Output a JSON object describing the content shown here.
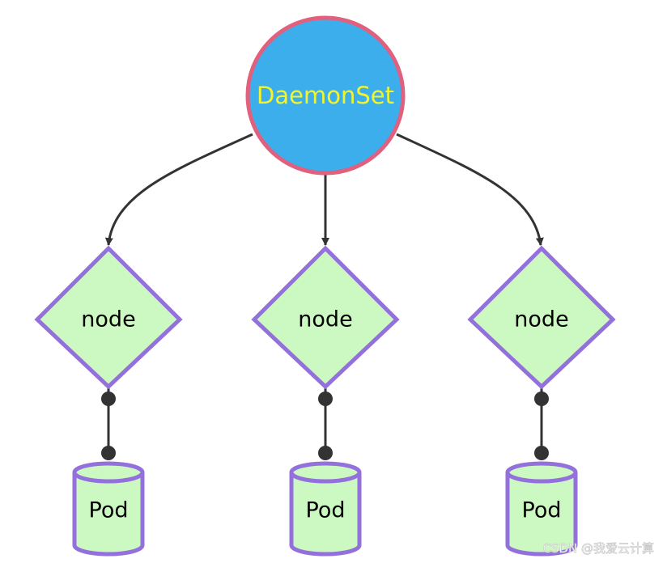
{
  "diagram": {
    "root": {
      "label": "DaemonSet",
      "fill": "#3daeec",
      "stroke": "#e0607e",
      "text_color": "#f3f52a"
    },
    "nodes": [
      {
        "label": "node"
      },
      {
        "label": "node"
      },
      {
        "label": "node"
      }
    ],
    "pods": [
      {
        "label": "Pod"
      },
      {
        "label": "Pod"
      },
      {
        "label": "Pod"
      }
    ],
    "node_fill": "#ccf8c2",
    "node_stroke": "#9370db",
    "edge_color": "#333333"
  },
  "watermark": "CSDN @我爱云计算"
}
